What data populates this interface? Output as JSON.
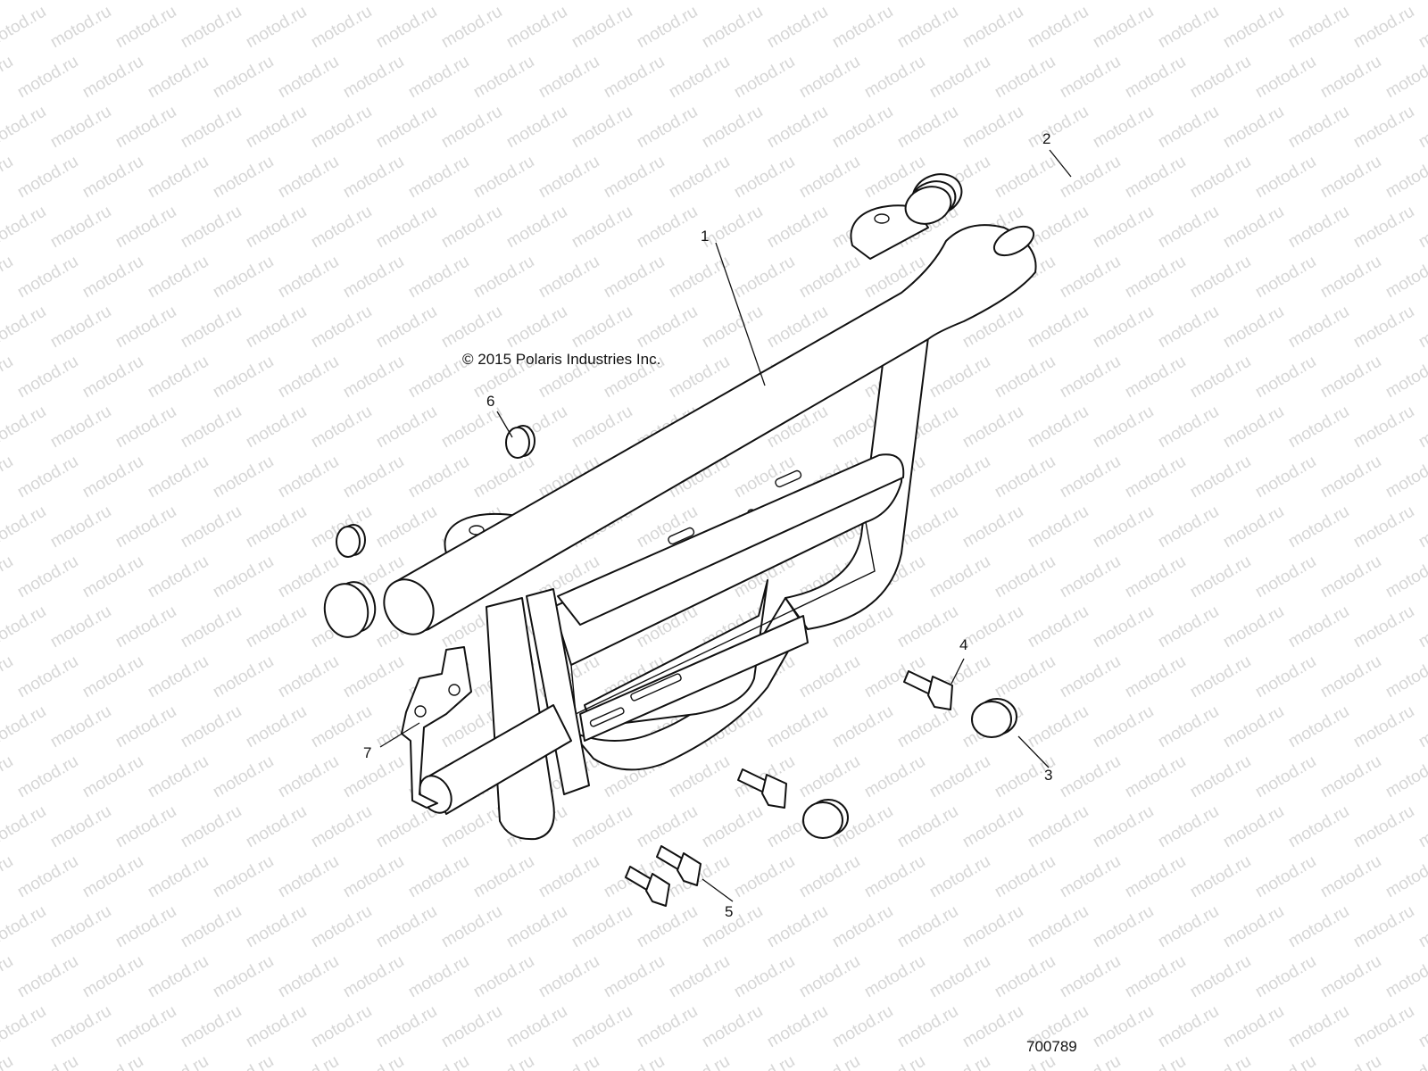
{
  "watermark": {
    "text": "motod.ru"
  },
  "copyright": "© 2015 Polaris Industries Inc.",
  "figure_number": "700789",
  "callouts": [
    {
      "label": "1"
    },
    {
      "label": "2"
    },
    {
      "label": "3"
    },
    {
      "label": "4"
    },
    {
      "label": "5"
    },
    {
      "label": "6"
    },
    {
      "label": "7"
    }
  ]
}
